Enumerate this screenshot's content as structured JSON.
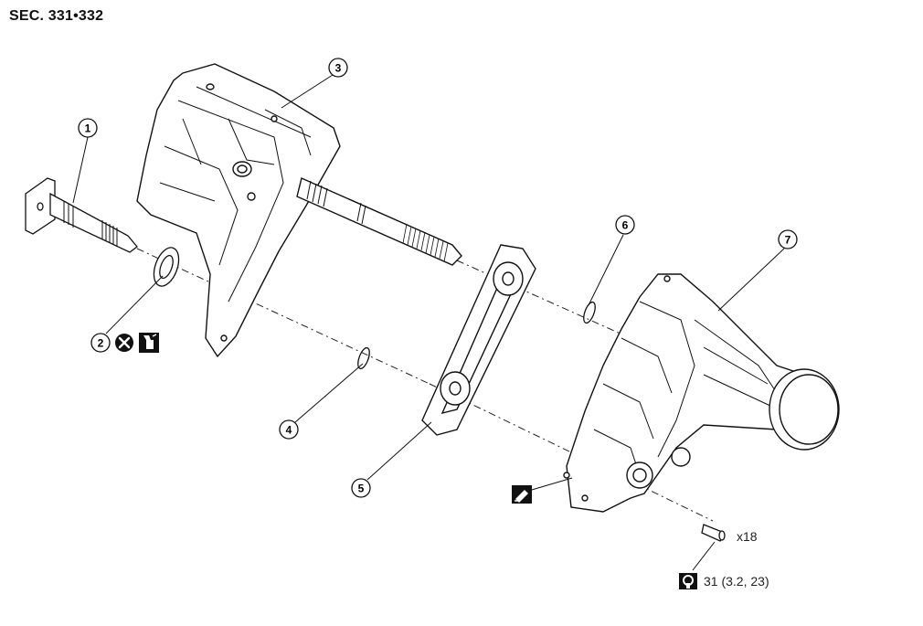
{
  "header": {
    "section_label": "SEC. 331•332"
  },
  "parts": [
    {
      "number": "1"
    },
    {
      "number": "2"
    },
    {
      "number": "3"
    },
    {
      "number": "4"
    },
    {
      "number": "5"
    },
    {
      "number": "6"
    },
    {
      "number": "7"
    }
  ],
  "annotations": {
    "bolt_quantity": "x18",
    "torque_value": "31 (3.2, 23)"
  },
  "icons": {
    "do_not_reuse": "do-not-reuse-icon",
    "apply_fluid": "apply-fluid-icon",
    "sealant": "sealant-icon",
    "torque": "torque-icon"
  }
}
